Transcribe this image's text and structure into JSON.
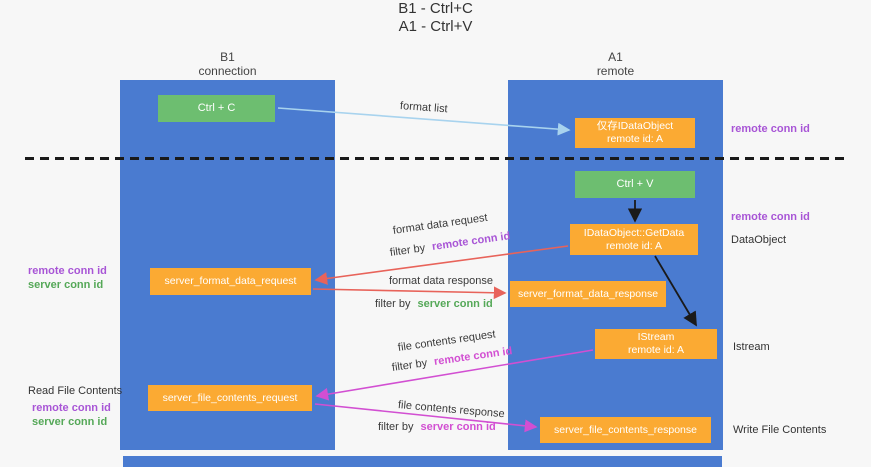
{
  "title": {
    "line1": "B1 - Ctrl+C",
    "line2": "A1 - Ctrl+V"
  },
  "lanes": {
    "left": {
      "name": "B1",
      "role": "connection"
    },
    "right": {
      "name": "A1",
      "role": "remote"
    }
  },
  "boxes": {
    "ctrl_c": {
      "label": "Ctrl + C"
    },
    "ctrl_v": {
      "label": "Ctrl + V"
    },
    "idataobject": {
      "line1": "仅存IDataObject",
      "line2": "remote id: A"
    },
    "getdata": {
      "line1": "IDataObject::GetData",
      "line2": "remote id: A"
    },
    "istream": {
      "line1": "IStream",
      "line2": "remote id: A"
    },
    "format_request": {
      "label": "server_format_data_request"
    },
    "format_response": {
      "label": "server_format_data_response"
    },
    "file_request": {
      "label": "server_file_contents_request"
    },
    "file_response": {
      "label": "server_file_contents_response"
    }
  },
  "arrow_labels": {
    "format_list": "format list",
    "format_data_request": "format data request",
    "format_data_response": "format data response",
    "file_contents_request": "file contents request",
    "file_contents_response": "file contents response",
    "filter_by": "filter by",
    "remote_conn_id": "remote conn id",
    "server_conn_id": "server conn id"
  },
  "side_labels": {
    "remote_conn_id": "remote conn id",
    "server_conn_id": "server conn id",
    "data_object": "DataObject",
    "istream": "Istream",
    "read_file_contents": "Read File Contents",
    "write_file_contents": "Write File Contents"
  },
  "colors": {
    "lane_blue": "#4a7bd0",
    "box_green": "#6dbe70",
    "box_orange": "#fbaa33",
    "arrow_blue": "#a8d3ee",
    "arrow_red": "#e8635a",
    "arrow_magenta": "#d24fd2",
    "text_purple": "#a855d6",
    "text_green": "#55a858",
    "text_magenta": "#d24fd2"
  }
}
